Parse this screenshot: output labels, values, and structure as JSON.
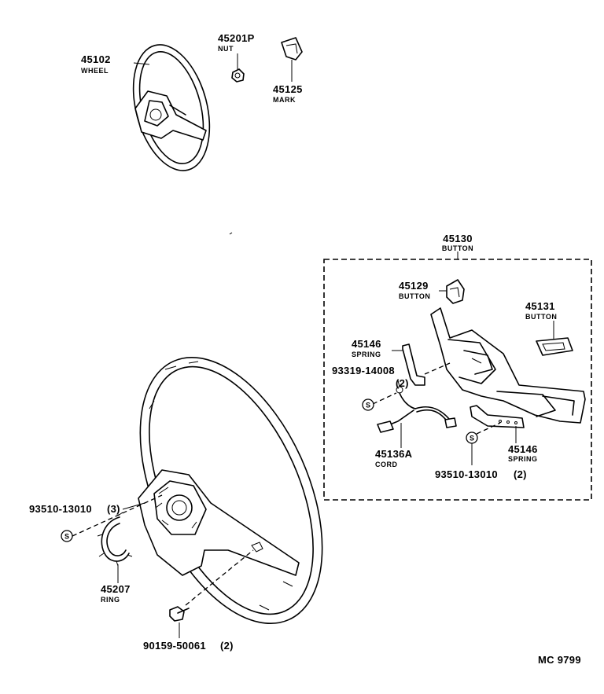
{
  "parts": {
    "wheel_top": {
      "number": "45102",
      "name": "WHEEL"
    },
    "nut": {
      "number": "45201P",
      "name": "NUT"
    },
    "mark": {
      "number": "45125",
      "name": "MARK"
    },
    "button_assy": {
      "number": "45130",
      "name": "BUTTON"
    },
    "button_small": {
      "number": "45129",
      "name": "BUTTON"
    },
    "button_right": {
      "number": "45131",
      "name": "BUTTON"
    },
    "spring_left": {
      "number": "45146",
      "name": "SPRING"
    },
    "screw_cord": {
      "number": "93319-14008",
      "qty": "(2)"
    },
    "cord": {
      "number": "45136A",
      "name": "CORD"
    },
    "spring_right": {
      "number": "45146",
      "name": "SPRING"
    },
    "screw_right": {
      "number": "93510-13010",
      "qty": "(2)"
    },
    "screw_left": {
      "number": "93510-13010",
      "qty": "(3)"
    },
    "ring": {
      "number": "45207",
      "name": "RING"
    },
    "bolt": {
      "number": "90159-50061",
      "qty": "(2)"
    }
  },
  "symbol_letter": "S",
  "diagram_code": "MC 9799"
}
